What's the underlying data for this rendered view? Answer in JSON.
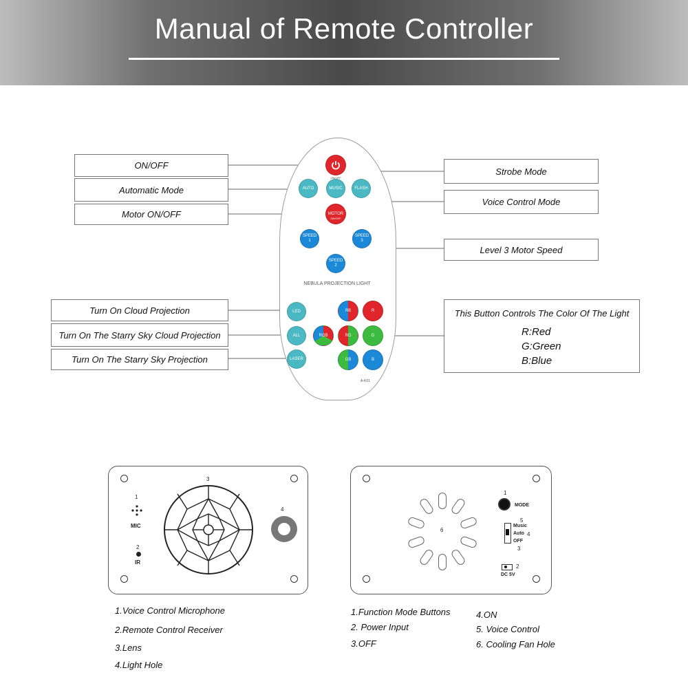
{
  "header": {
    "title": "Manual of Remote Controller"
  },
  "left_labels": {
    "on_off": "ON/OFF",
    "auto": "Automatic Mode",
    "motor": "Motor ON/OFF",
    "cloud": "Turn On Cloud Projection",
    "starry_cloud": "Turn On The Starry Sky Cloud Projection",
    "starry": "Turn On The Starry Sky Projection"
  },
  "right_labels": {
    "strobe": "Strobe Mode",
    "voice": "Voice Control Mode",
    "speed3": "Level 3 Motor Speed",
    "color_title": "This Button Controls The Color Of The Light",
    "color_r": "R:Red",
    "color_g": "G:Green",
    "color_b": "B:Blue"
  },
  "remote": {
    "power_sub": "ON/OFF",
    "auto": "AUTO",
    "music": "MUSIC",
    "flash": "FLASH",
    "motor": "MOTOR",
    "motor_sub": "ON/OFF",
    "speed1": "SPEED\n1",
    "speed2": "SPEED\n2",
    "speed3": "SPEED\n3",
    "brand": "NEBULA PROJECTION LIGHT",
    "led": "LED",
    "all": "ALL",
    "laser": "LASER",
    "rgb": "RGB",
    "rb": "RB",
    "r": "R",
    "rg": "RG",
    "g": "G",
    "gb": "GB",
    "b": "B",
    "model": "A-K01"
  },
  "front_panel": {
    "n1": "1",
    "mic": "MIC",
    "n2": "2",
    "ir": "IR",
    "n3": "3",
    "n4": "4"
  },
  "back_panel": {
    "n1": "1",
    "mode": "MODE",
    "n5": "5",
    "music": "Music",
    "auto": "Auto",
    "n4": "4",
    "off": "OFF",
    "n3": "3",
    "n2": "2",
    "dc": "DC 5V",
    "n6": "6"
  },
  "front_notes": [
    "1.Voice Control Microphone",
    "2.Remote Control Receiver",
    "3.Lens",
    "4.Light Hole"
  ],
  "back_notes_left": [
    "1.Function Mode Buttons",
    "2. Power Input",
    "3.OFF"
  ],
  "back_notes_right": [
    "4.ON",
    "5. Voice Control",
    "6. Cooling Fan Hole"
  ],
  "colors": {
    "teal": "#4bb9c4",
    "blue": "#1b88d8",
    "red": "#e0262b",
    "green": "#3cbb3f",
    "ring": "#8a8a8a"
  }
}
